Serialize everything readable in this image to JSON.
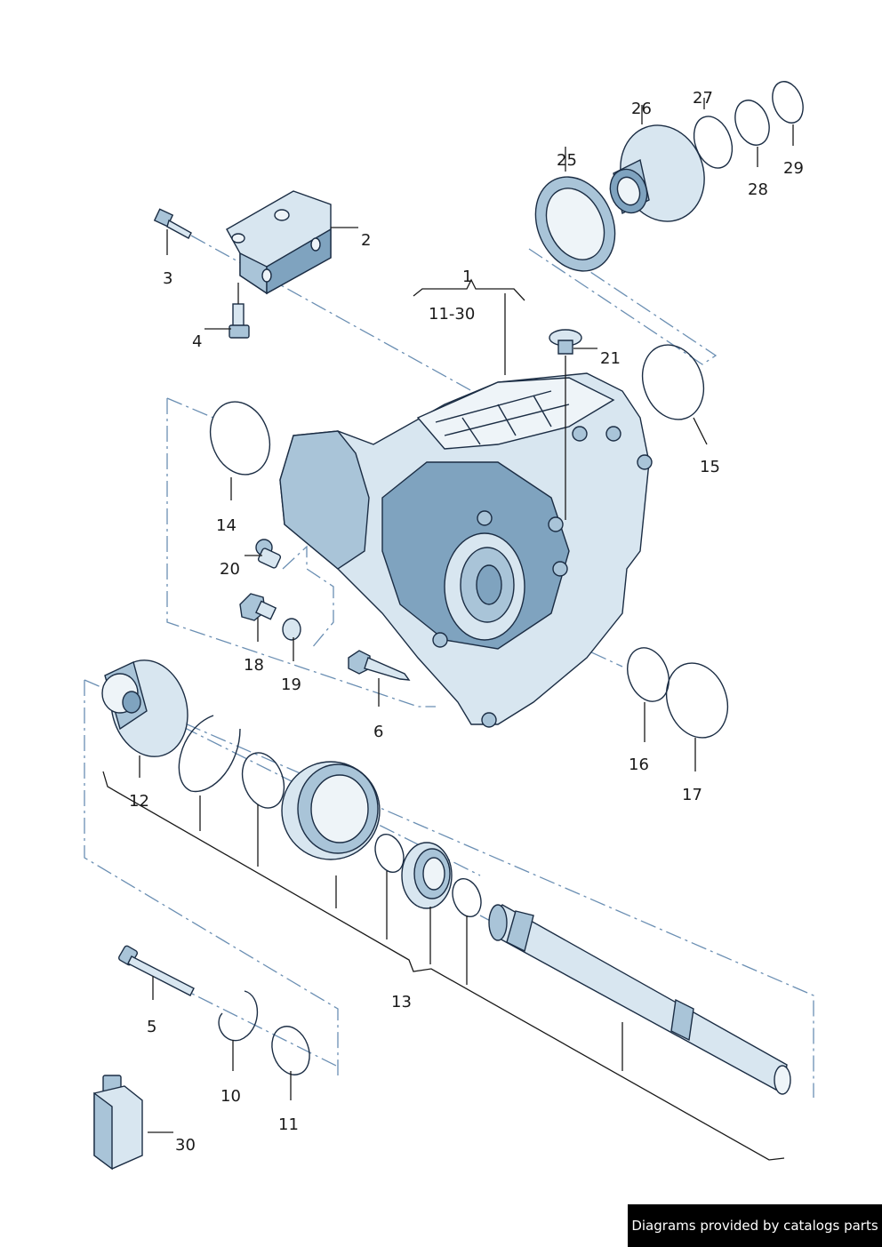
{
  "callouts": {
    "c1": "1",
    "c1_range": "11-30",
    "c2": "2",
    "c3": "3",
    "c4": "4",
    "c5": "5",
    "c6": "6",
    "c10": "10",
    "c11": "11",
    "c12": "12",
    "c13": "13",
    "c14": "14",
    "c15": "15",
    "c16": "16",
    "c17": "17",
    "c18": "18",
    "c19": "19",
    "c20": "20",
    "c21": "21",
    "c25": "25",
    "c26": "26",
    "c27": "27",
    "c28": "28",
    "c29": "29",
    "c30": "30"
  },
  "footer": {
    "credit": "Diagrams provided by catalogs parts"
  },
  "colors": {
    "line": "#1b2d44",
    "fill_light": "#d8e6f0",
    "fill_mid": "#a9c4d8",
    "fill_dark": "#7fa3bf",
    "dash": "#6b8fb3"
  }
}
